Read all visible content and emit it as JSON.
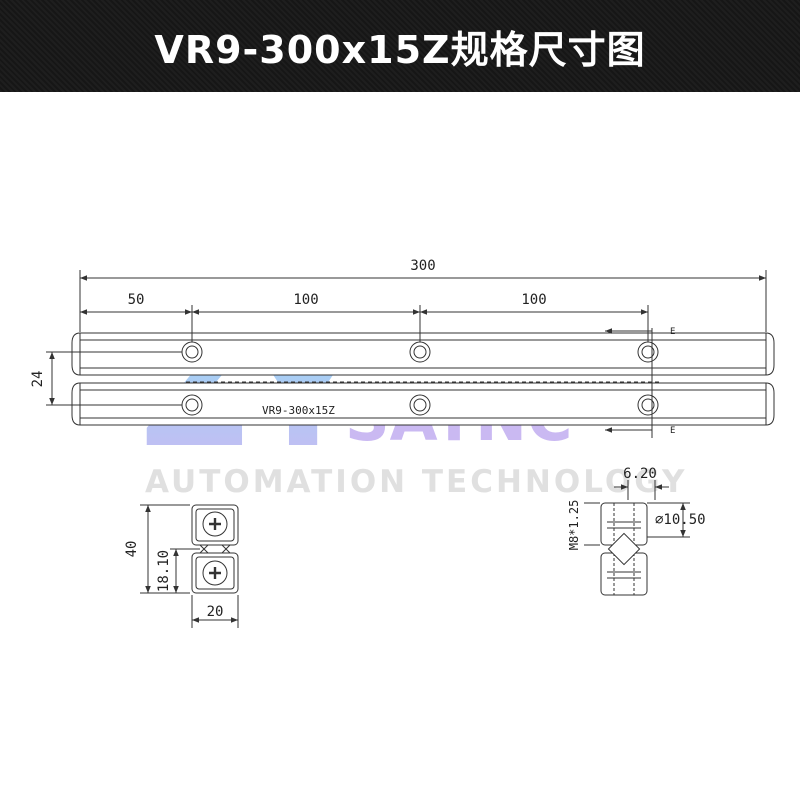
{
  "title": "VR9-300x15Z规格尺寸图",
  "watermark": {
    "logo": "ZY",
    "brand": "SATNC",
    "tagline": "AUTOMATION TECHNOLOGY"
  },
  "front_view": {
    "overall_length": "300",
    "end_offset": "50",
    "spacing_1": "100",
    "spacing_2": "100",
    "height": "24",
    "part_label": "VR9-300x15Z",
    "section_mark_top": "E",
    "section_mark_bottom": "E"
  },
  "end_view": {
    "height": "40",
    "center": "18.10",
    "width": "20"
  },
  "section_view": {
    "counterbore_depth": "6.20",
    "counterbore_dia": "∅10.50",
    "thread": "M8*1.25"
  },
  "colors": {
    "header_bg": "#1a1a1a",
    "line": "#333333",
    "watermark_blue": "#7fd3f2",
    "watermark_purple": "#b7a6ee"
  }
}
